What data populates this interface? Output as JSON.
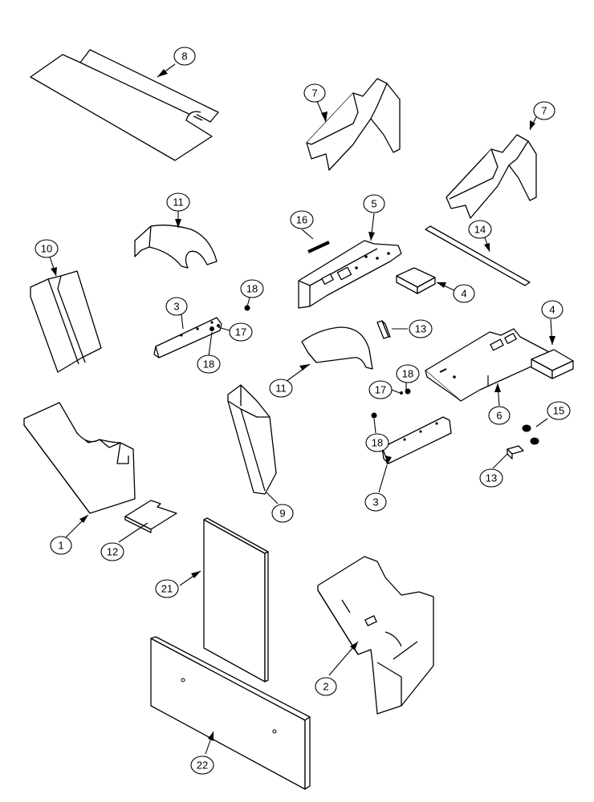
{
  "callouts": {
    "c1": "1",
    "c2": "2",
    "c3a": "3",
    "c3b": "3",
    "c4a": "4",
    "c4b": "4",
    "c5": "5",
    "c6": "6",
    "c7a": "7",
    "c7b": "7",
    "c8": "8",
    "c9": "9",
    "c10": "10",
    "c11a": "11",
    "c11b": "11",
    "c12": "12",
    "c13a": "13",
    "c13b": "13",
    "c14": "14",
    "c15": "15",
    "c16": "16",
    "c17a": "17",
    "c17b": "17",
    "c18a": "18",
    "c18b": "18",
    "c18c": "18",
    "c18d": "18",
    "c21": "21",
    "c22": "22"
  }
}
